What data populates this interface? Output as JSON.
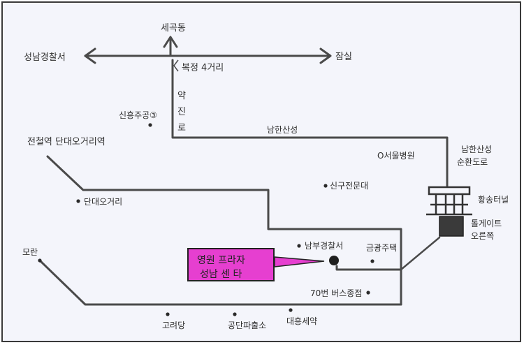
{
  "map": {
    "north_label": "세곡동",
    "west_label": "성남경찰서",
    "east_label": "잠실",
    "intersection_label": "복정 4거리",
    "road_vertical_label": [
      "약",
      "진",
      "로"
    ],
    "namhansanseong_label": "남한산성",
    "sinheung_station_label": "신흥주공③",
    "jeoncheol_label": "전철역 단대오거리역",
    "seoul_hospital_label": "O서울병원",
    "circuit_road_label": [
      "남한산성",
      "순환도로"
    ],
    "tollgate_building_label": "황송터널",
    "tollgate_right_label": [
      "톨게이트",
      "오른쪽"
    ],
    "sinkuhan_label": "신구전문대",
    "dandae_label": "단대오거리",
    "moran_label": "모란",
    "police_label": "남부경찰서",
    "gymnasium_label": "금광주택",
    "bus_terminal_label": "70번 버스종점",
    "goryeo_label": "고려당",
    "park_label": "공단파출소",
    "pharmacy_label": "대흥세약",
    "callout": {
      "line1": "영원 프라자",
      "line2": "성남 센 타"
    }
  },
  "colors": {
    "line": "#4a4a4a",
    "callout_fill": "#e63fd0",
    "paper": "#f4f5fb"
  }
}
